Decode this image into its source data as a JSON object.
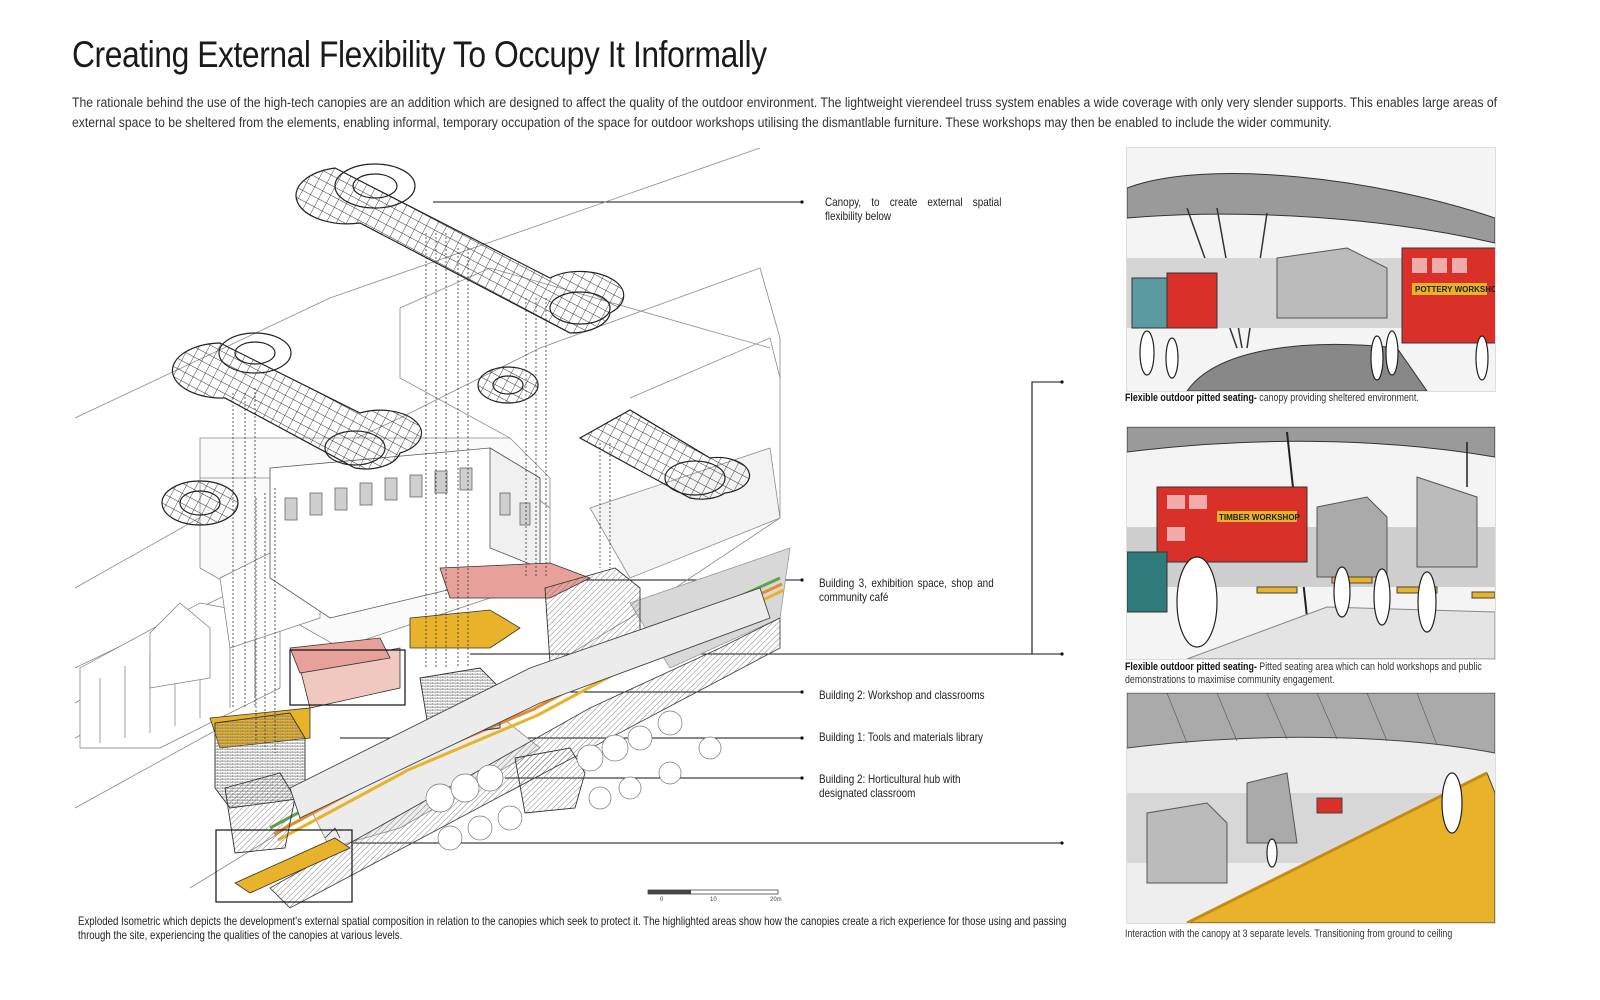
{
  "title": "Creating External Flexibility To Occupy It Informally",
  "intro": "The rationale behind the use of the high-tech canopies are an addition which are designed to affect the quality of the outdoor environment. The lightweight vierendeel truss system enables a wide coverage with only very slender supports. This enables large areas of external space to be sheltered from the elements, enabling informal, temporary occupation of the space for outdoor workshops utilising the dismantlable furniture.  These workshops may then be enabled to include the wider community.",
  "labels": {
    "canopy": "Canopy, to create external spatial flexibility below",
    "building3": "Building 3, exhibition space, shop and community café",
    "building2_workshop": "Building 2: Workshop and classrooms",
    "building1": "Building 1: Tools and materials library",
    "building2_hub": "Building 2: Horticultural hub with designated classroom"
  },
  "scale_bar": {
    "ticks": [
      "0",
      "10",
      "20m"
    ]
  },
  "caption_main": "Exploded Isometric which depicts the development's external spatial composition in relation to the canopies which seek to protect it. The highlighted areas show how the canopies create a rich experience for those using and passing through the site, experiencing the qualities of the canopies at various levels.",
  "panels": [
    {
      "caption_bold": "Flexible outdoor pitted seating-",
      "caption_rest": " canopy providing sheltered environment.",
      "sign": "POTTERY WORKSHOP"
    },
    {
      "caption_bold": "Flexible outdoor pitted seating-",
      "caption_rest": " Pitted seating area which can hold workshops and public demonstrations to maximise community engagement.",
      "sign": "TIMBER WORKSHOP"
    },
    {
      "caption_bold": "",
      "caption_rest": "Interaction with the canopy at 3 separate levels. Transitioning from ground to ceiling",
      "sign": ""
    }
  ],
  "colors": {
    "bus_red": "#d9302a",
    "highlight_yellow": "#e8b22a",
    "canopy_line": "#333333",
    "path_green": "#5aa64a",
    "path_orange": "#e98a2a"
  }
}
